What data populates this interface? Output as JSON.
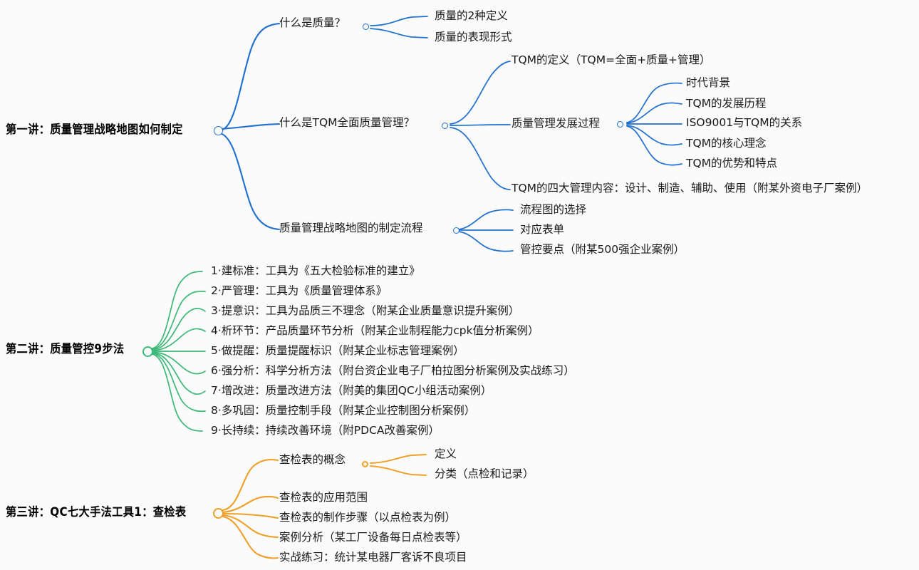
{
  "document": {
    "type": "mind-map",
    "background_color": "#fbfbfb",
    "branch_colors": {
      "chapter1": "#1f6fd0",
      "chapter2": "#3cb878",
      "chapter3": "#f0a028"
    }
  },
  "chapter1": {
    "root": "第一讲：质量管理战略地图如何制定",
    "branches": {
      "b1": {
        "label": "什么是质量？",
        "children": [
          "质量的2种定义",
          "质量的表现形式"
        ]
      },
      "b2": {
        "label": "什么是TQM全面质量管理？",
        "children_labels": {
          "c1": "TQM的定义（TQM=全面+质量+管理）",
          "c2": "质量管理发展过程",
          "c3": "TQM的四大管理内容：设计、制造、辅助、使用（附某外资电子厂案例）"
        },
        "c2_children": [
          "时代背景",
          "TQM的发展历程",
          "ISO9001与TQM的关系",
          "TQM的核心理念",
          "TQM的优势和特点"
        ]
      },
      "b3": {
        "label": "质量管理战略地图的制定流程",
        "children": [
          "流程图的选择",
          "对应表单",
          "管控要点（附某500强企业案例）"
        ]
      }
    }
  },
  "chapter2": {
    "root": "第二讲：质量管控9步法",
    "steps": [
      "1·建标准：工具为《五大检验标准的建立》",
      "2·严管理：工具为《质量管理体系》",
      "3·提意识：工具为品质三不理念（附某企业质量意识提升案例）",
      "4·析环节：产品质量环节分析（附某企业制程能力cpk值分析案例）",
      "5·做提醒：质量提醒标识（附某企业标志管理案例）",
      "6·强分析：科学分析方法（附台资企业电子厂柏拉图分析案例及实战练习）",
      "7·增改进：质量改进方法（附美的集团QC小组活动案例）",
      "8·多巩固：质量控制手段（附某企业控制图分析案例）",
      "9·长持续：持续改善环境（附PDCA改善案例）"
    ]
  },
  "chapter3": {
    "root": "第三讲：QC七大手法工具1：查检表",
    "branches": [
      "查检表的概念",
      "查检表的应用范围",
      "查检表的制作步骤（以点检表为例）",
      "案例分析（某工厂设备每日点检表等）",
      "实战练习：统计某电器厂客诉不良项目"
    ],
    "concept_children": [
      "定义",
      "分类（点检和记录）"
    ]
  }
}
